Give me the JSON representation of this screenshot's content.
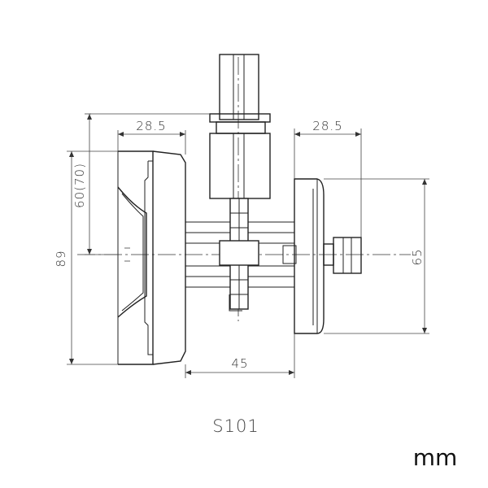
{
  "model": "S101",
  "unit": "mm",
  "dimensions": {
    "top_left": "28.5",
    "top_right": "28.5",
    "left_outer": "89",
    "left_inner": "60(70)",
    "right_height": "65",
    "bottom_width": "45"
  },
  "colors": {
    "line": "#222222",
    "background": "#ffffff"
  }
}
